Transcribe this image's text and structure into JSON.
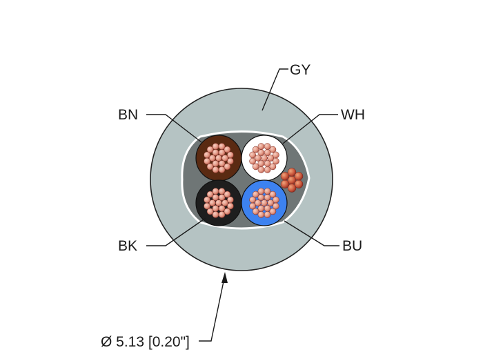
{
  "labels": {
    "gray_jacket": "GY",
    "brown_conductor": "BN",
    "white_conductor": "WH",
    "black_conductor": "BK",
    "blue_conductor": "BU",
    "diameter": "Ø 5.13 [0.20\"]"
  },
  "colors": {
    "jacket": "#b5c3c3",
    "inner_filler": "#6f7676",
    "brown_insulation": "#5a2a12",
    "white_insulation": "#ffffff",
    "black_insulation": "#1e1e1e",
    "blue_insulation": "#3d82f0",
    "copper_strand": "#e8a593",
    "drain_wire": "#c24a3a"
  }
}
